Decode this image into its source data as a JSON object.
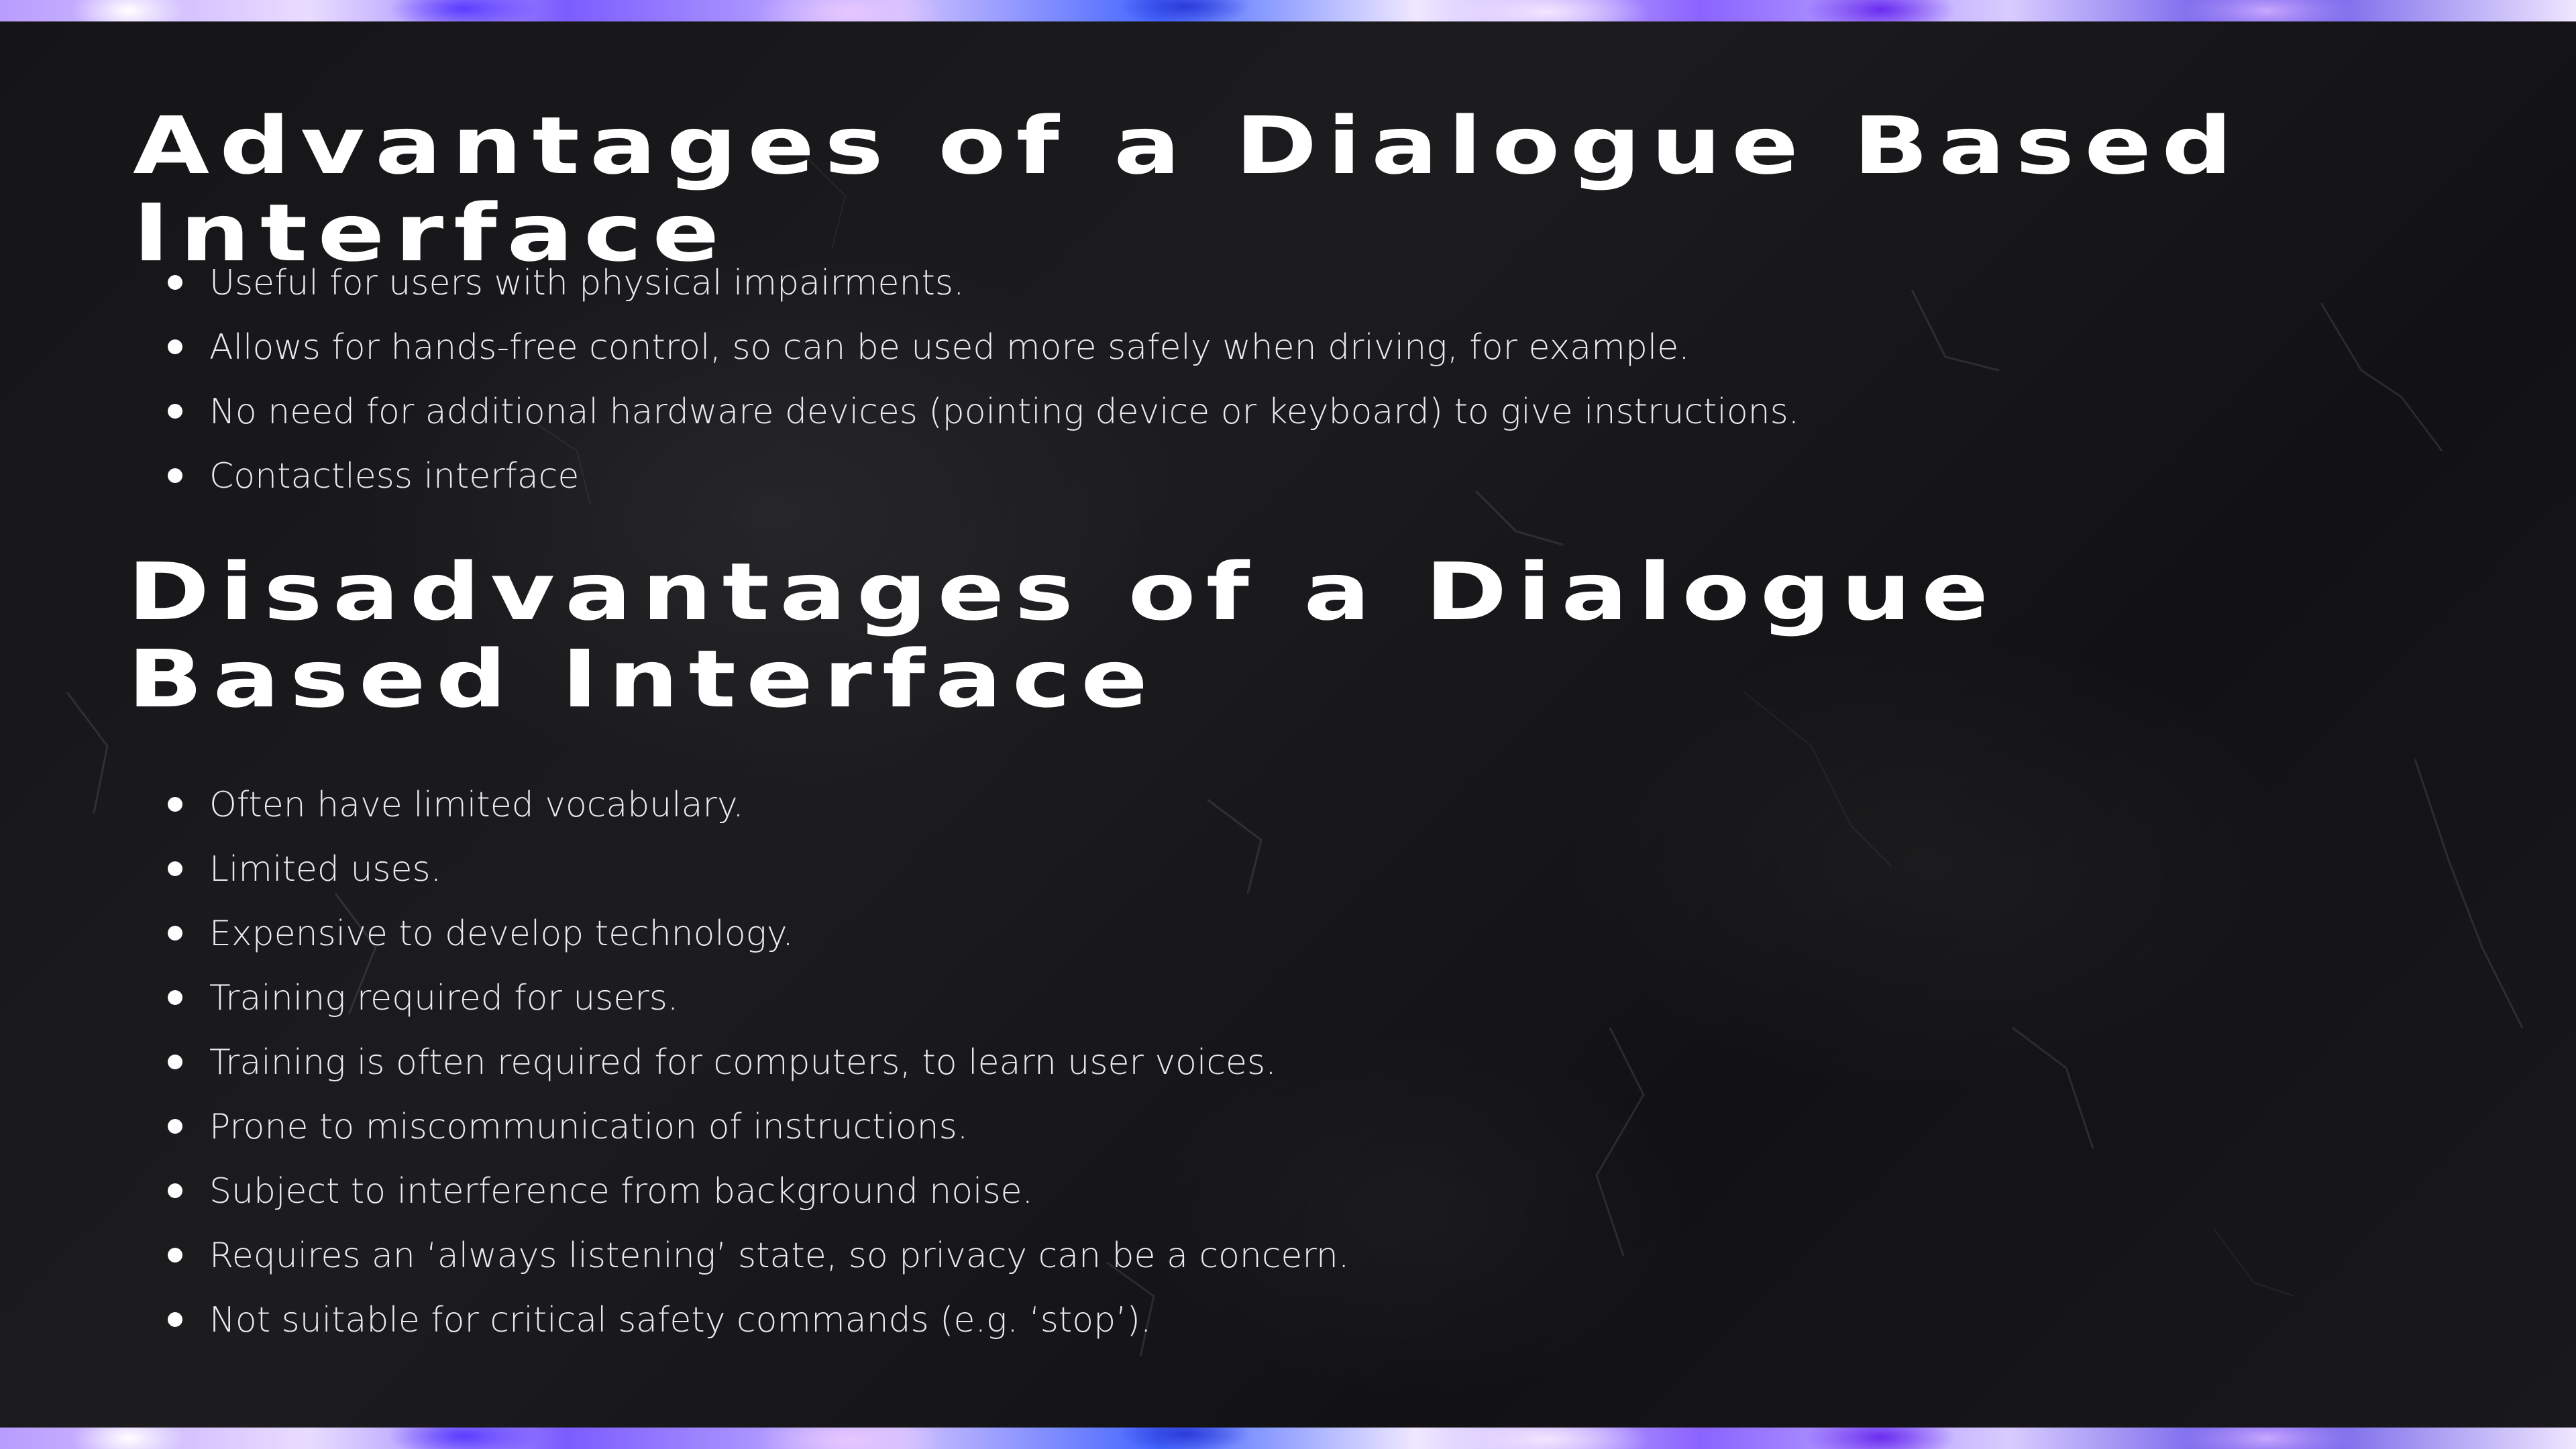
{
  "slide": {
    "advantages": {
      "title": "Advantages of a Dialogue Based Interface",
      "items": [
        "Useful for users with physical impairments.",
        "Allows for hands-free control, so can be used more safely when driving, for example.",
        "No need for additional hardware devices (pointing device or keyboard) to give instructions.",
        "Contactless interface"
      ]
    },
    "disadvantages": {
      "title": "Disadvantages of a Dialogue Based Interface",
      "items": [
        "Often have limited vocabulary.",
        "Limited uses.",
        "Expensive to develop technology.",
        "Training required for users.",
        "Training is often required for computers, to learn user voices.",
        "Prone to miscommunication of instructions.",
        "Subject to interference from background noise.",
        "Requires an ‘always listening’ state, so privacy can be a concern.",
        "Not suitable for critical safety commands (e.g. ‘stop’)."
      ]
    }
  },
  "colors": {
    "panel_background": "#151517",
    "text": "#ffffff",
    "accent_edge": "#7b5cff"
  }
}
